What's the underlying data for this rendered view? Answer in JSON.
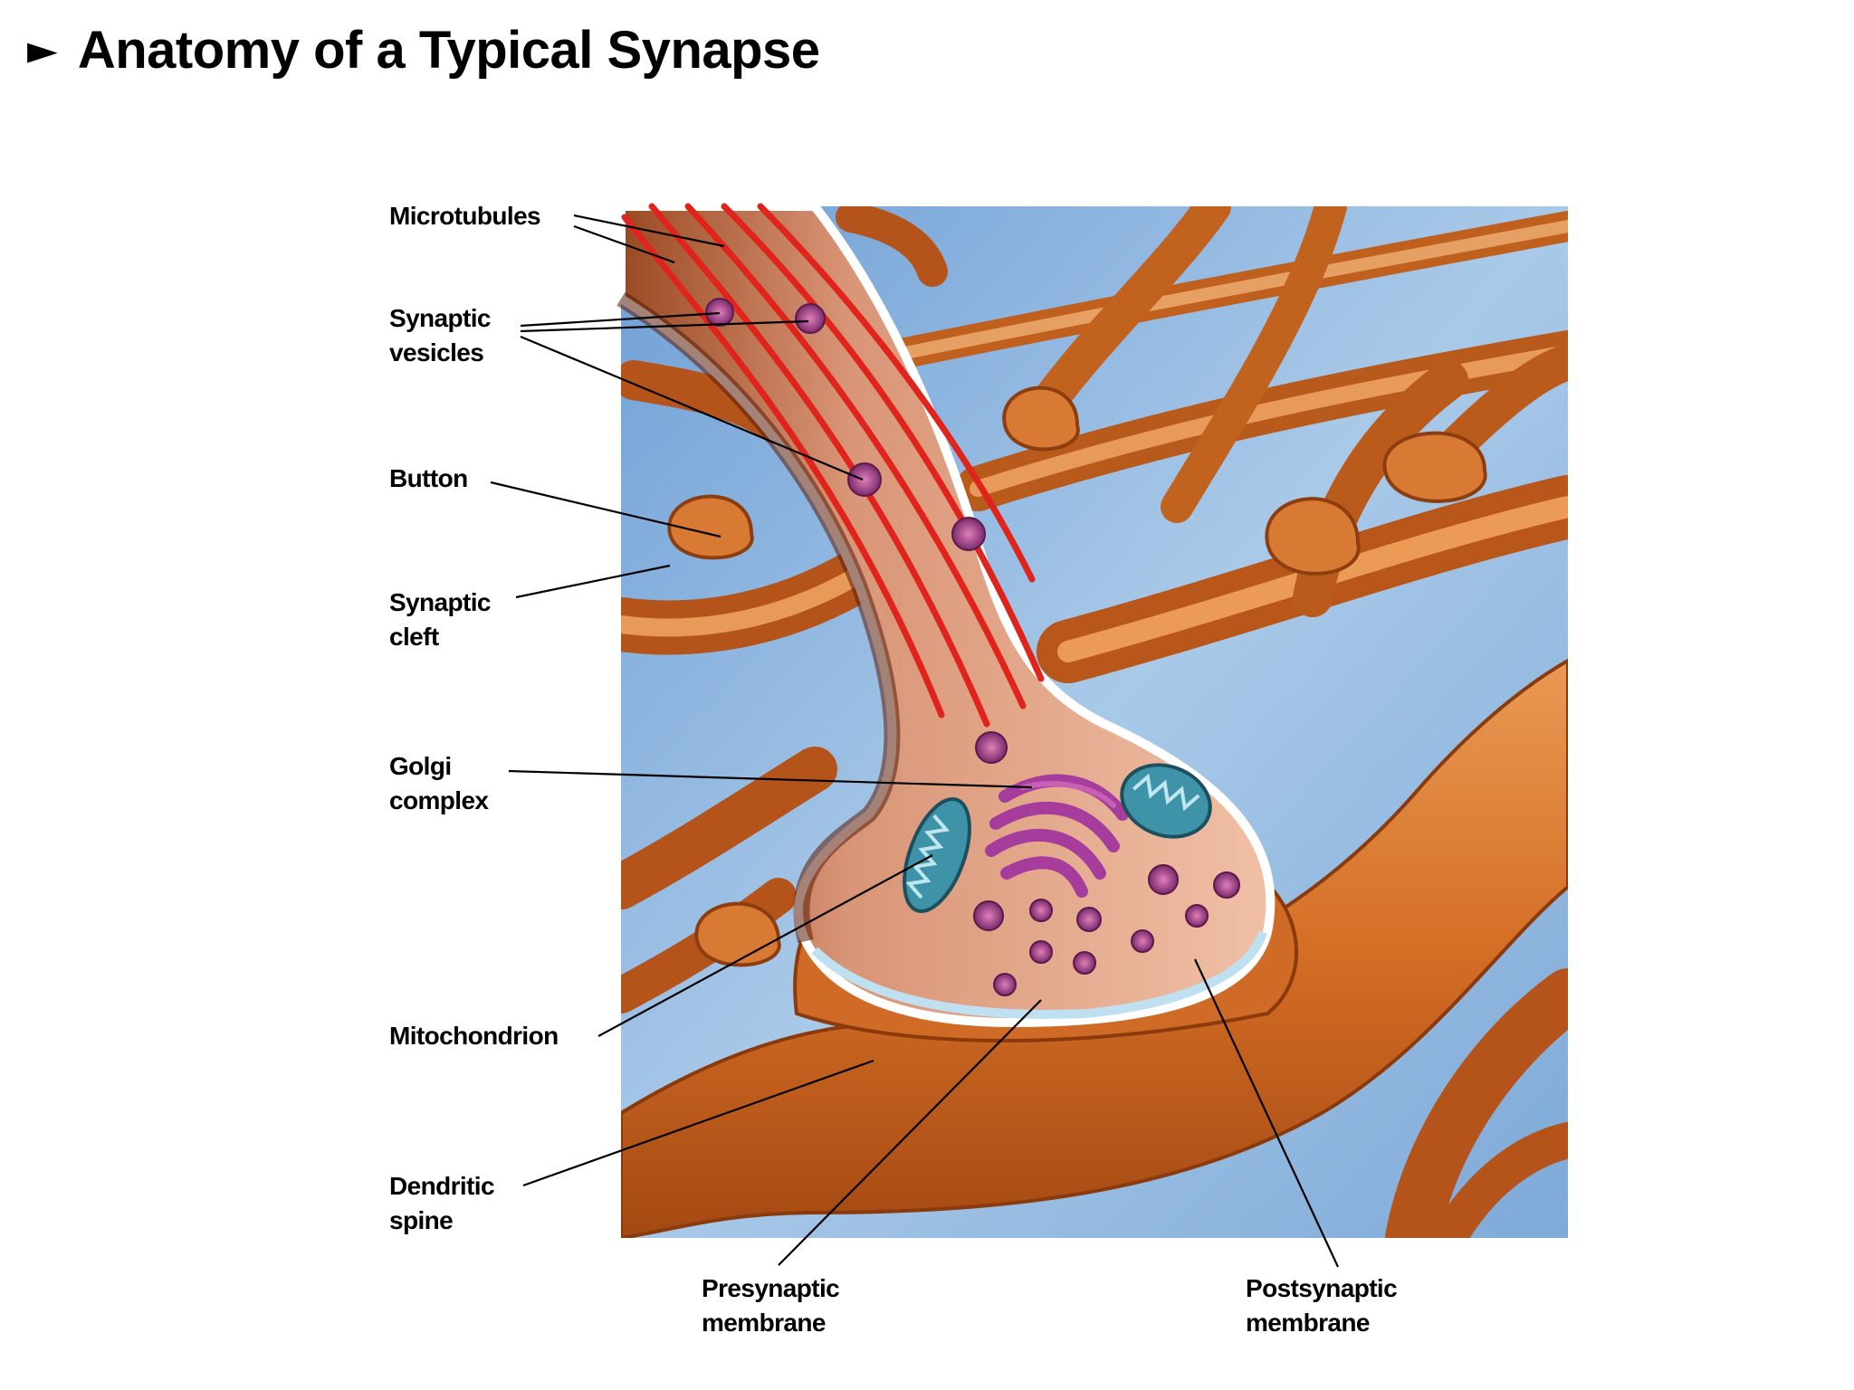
{
  "page": {
    "title": "Anatomy of a Typical Synapse",
    "bullet_icon": "triangle-right-icon"
  },
  "labels": {
    "microtubules": "Microtubules",
    "synaptic_vesicles": [
      "Synaptic",
      "vesicles"
    ],
    "button": "Button",
    "synaptic_cleft": [
      "Synaptic",
      "cleft"
    ],
    "golgi_complex": [
      "Golgi",
      "complex"
    ],
    "mitochondrion": "Mitochondrion",
    "dendritic_spine": [
      "Dendritic",
      "spine"
    ],
    "presynaptic_membrane": [
      "Presynaptic",
      "membrane"
    ],
    "postsynaptic_membrane": [
      "Postsynaptic",
      "membrane"
    ]
  },
  "colors": {
    "background_blue": "#8fb7df",
    "neuron_orange": "#d9772e",
    "axon_pink": "#e3a58f",
    "microtubule_red": "#e0241c",
    "vesicle_purple": "#9b3a8a",
    "mitochondrion_teal": "#3e93a8",
    "golgi_magenta": "#a63c9c"
  }
}
